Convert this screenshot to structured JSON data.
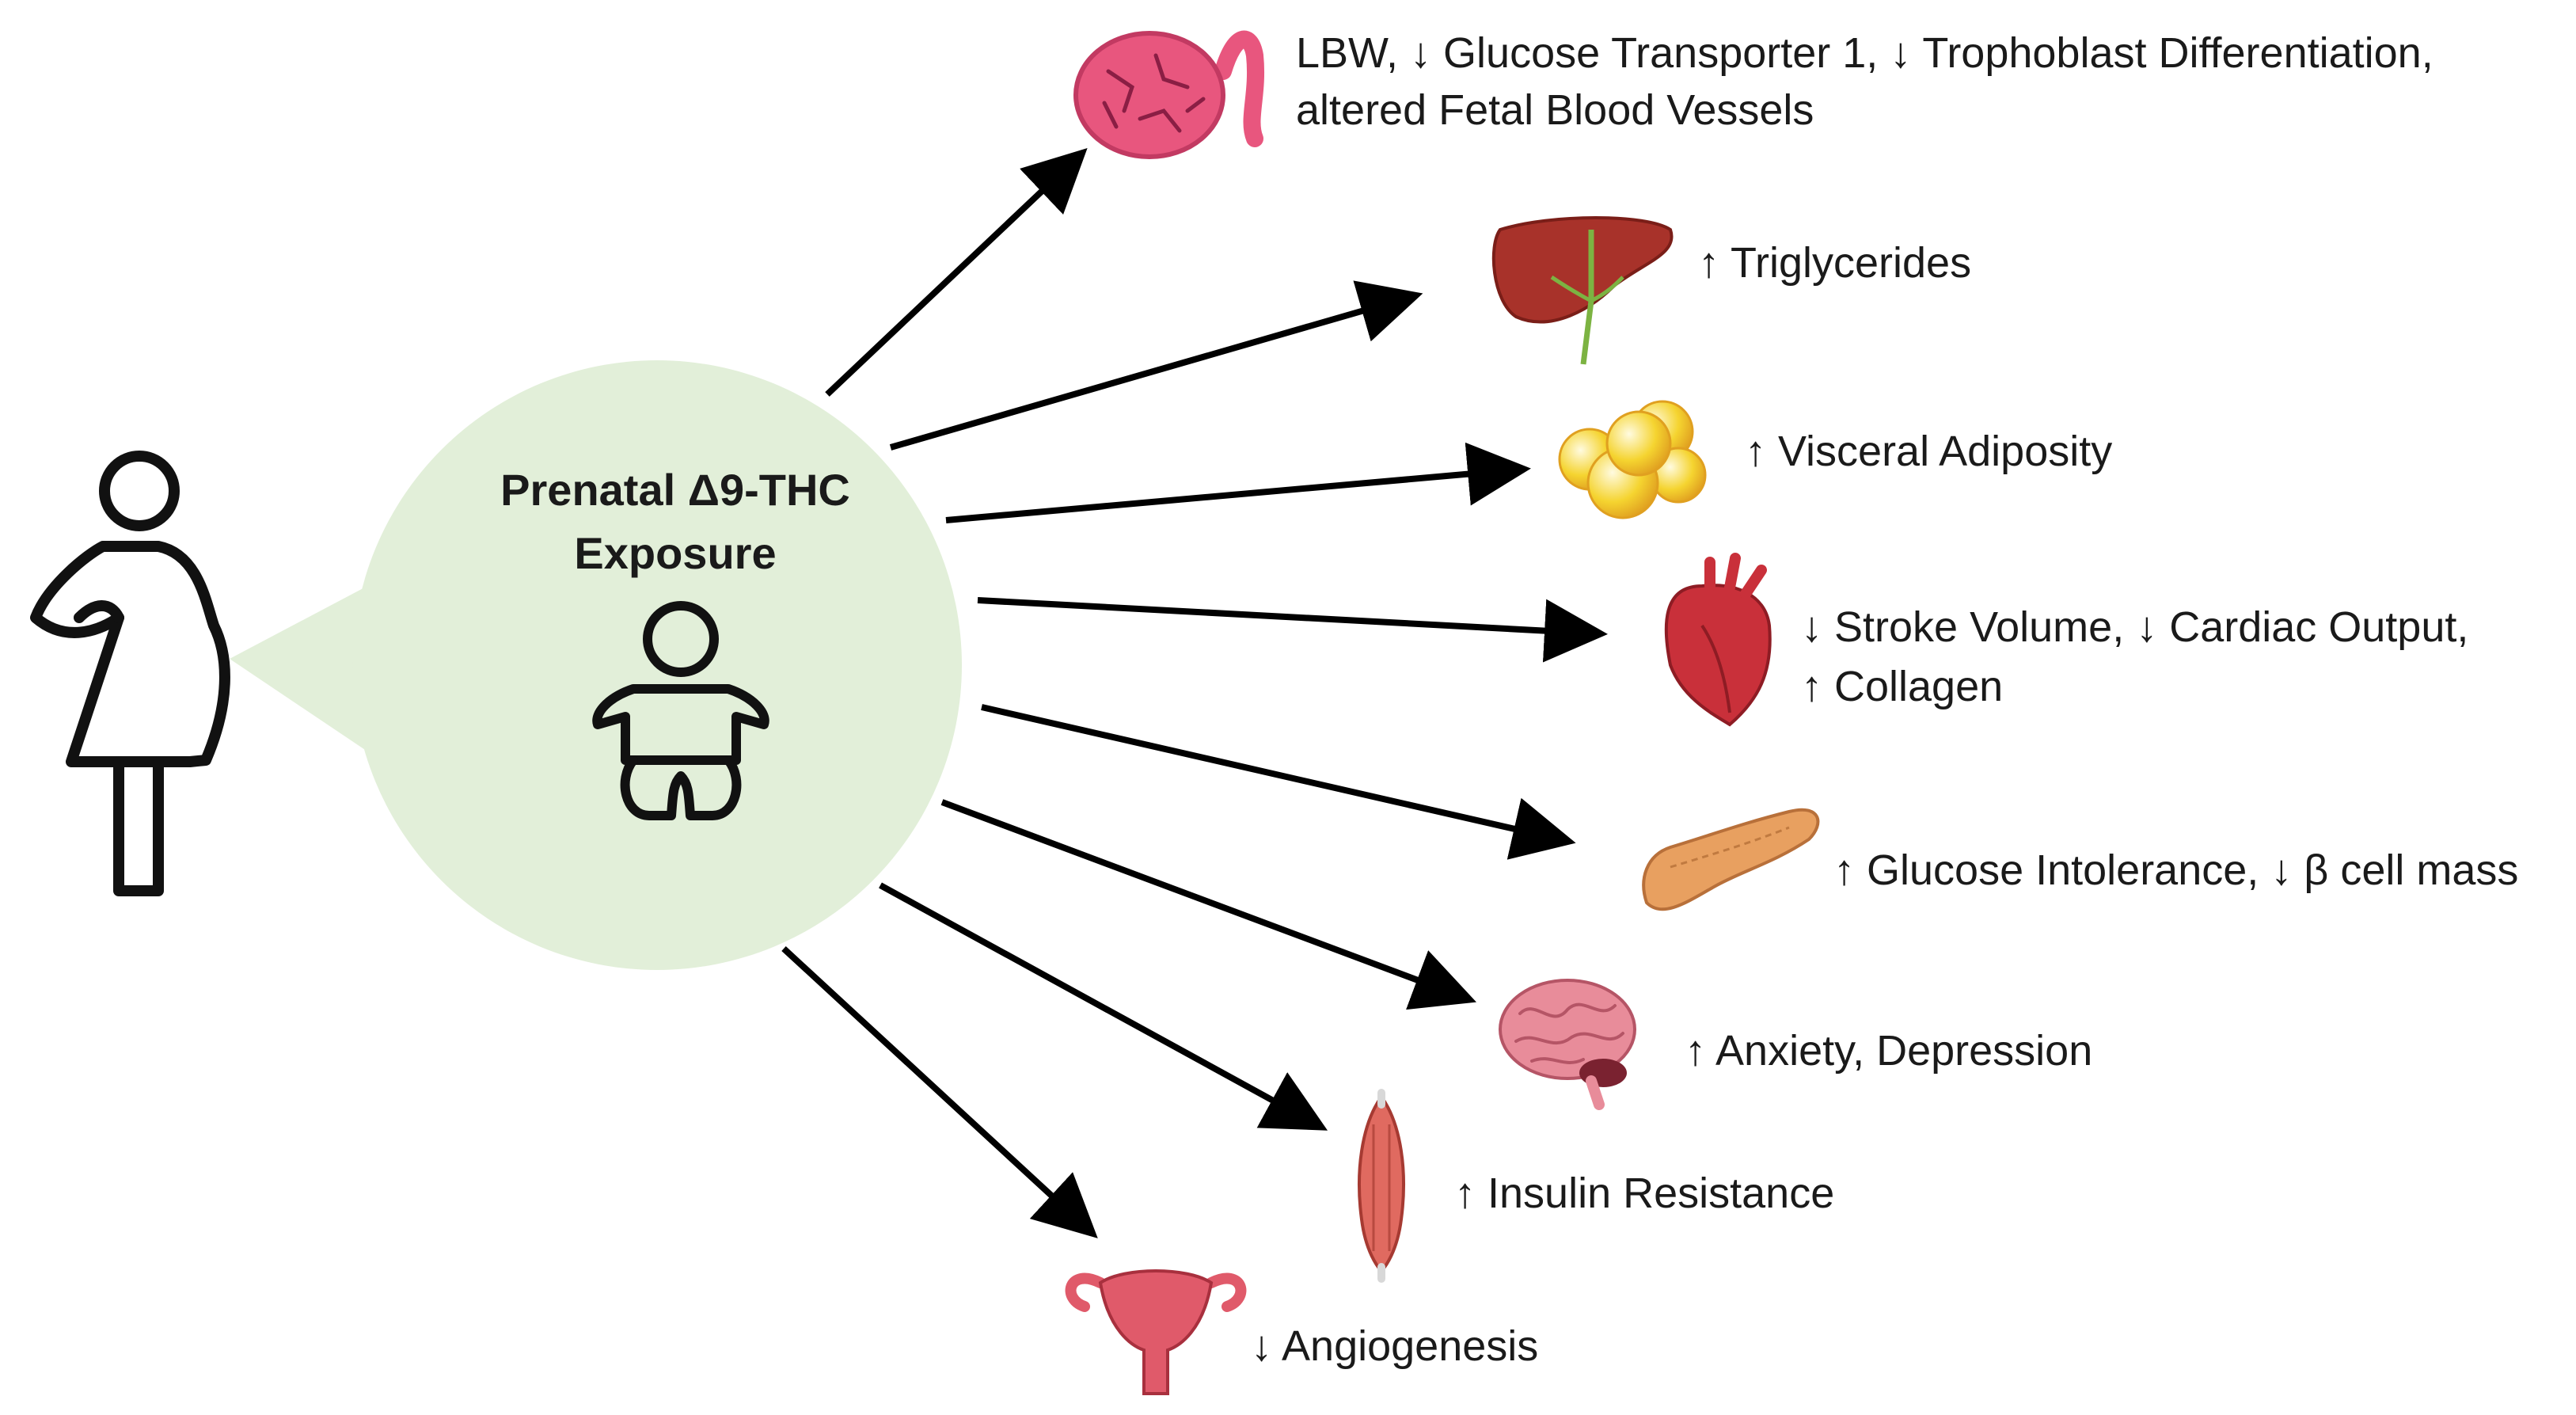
{
  "center": {
    "line1": "Prenatal Δ9-THC",
    "line2": "Exposure"
  },
  "effects": [
    {
      "organ": "placenta",
      "line1": "LBW, ↓ Glucose Transporter 1, ↓ Trophoblast Differentiation,",
      "line2": "altered Fetal Blood Vessels"
    },
    {
      "organ": "liver",
      "line1": "↑ Triglycerides"
    },
    {
      "organ": "adipose",
      "line1": "↑ Visceral Adiposity"
    },
    {
      "organ": "heart",
      "line1": "↓  Stroke Volume, ↓  Cardiac Output,",
      "line2": "↑ Collagen"
    },
    {
      "organ": "pancreas",
      "line1": "↑ Glucose Intolerance, ↓ β cell mass"
    },
    {
      "organ": "brain",
      "line1": "↑   Anxiety, Depression"
    },
    {
      "organ": "muscle",
      "line1": "↑   Insulin Resistance"
    },
    {
      "organ": "uterus",
      "line1": "↓ Angiogenesis"
    }
  ],
  "colors": {
    "bubble": "#e2efd9",
    "arrow": "#000000",
    "placenta": "#e8567e",
    "liver": "#a8322a",
    "adipose": "#f5d430",
    "heart": "#c9303a",
    "pancreas": "#e8a060",
    "brain": "#e88c9a",
    "muscle": "#e06a60",
    "uterus": "#e05a6a"
  }
}
